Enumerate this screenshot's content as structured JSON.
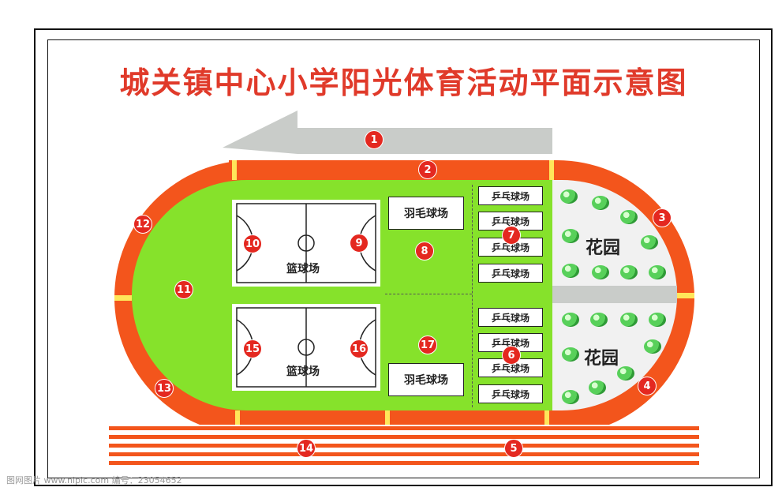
{
  "title": "城关镇中心小学阳光体育活动平面示意图",
  "watermark": "图网图片 www.nipic.com  编号：23054652",
  "courts": {
    "basketball": "篮球场",
    "badminton": "羽毛球场",
    "pingpong": "乒乓球场",
    "garden": "花园"
  },
  "markers": [
    "1",
    "2",
    "3",
    "4",
    "5",
    "6",
    "7",
    "8",
    "9",
    "10",
    "11",
    "12",
    "13",
    "14",
    "15",
    "16",
    "17"
  ],
  "colors": {
    "track": "#f3551c",
    "field": "#86e22b",
    "marker": "#e42820",
    "title": "#e03a2a"
  }
}
